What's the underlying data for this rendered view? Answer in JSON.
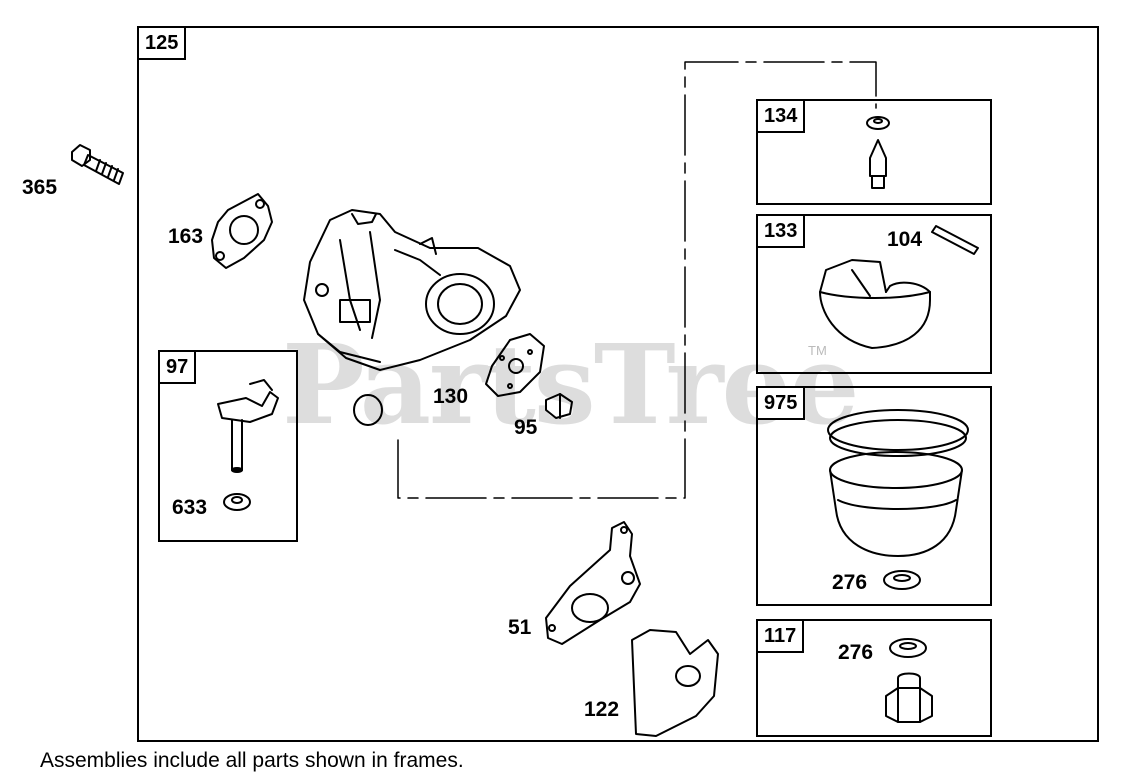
{
  "watermark": "PartsTree",
  "trademark": "TM",
  "footer_note": "Assemblies include all parts shown in frames.",
  "frames": {
    "main": "125",
    "f134": "134",
    "f133": "133",
    "f975": "975",
    "f117": "117",
    "f97": "97"
  },
  "parts": {
    "p365": "365",
    "p163": "163",
    "p130": "130",
    "p95": "95",
    "p633": "633",
    "p104": "104",
    "p276a": "276",
    "p276b": "276",
    "p51": "51",
    "p122": "122"
  }
}
